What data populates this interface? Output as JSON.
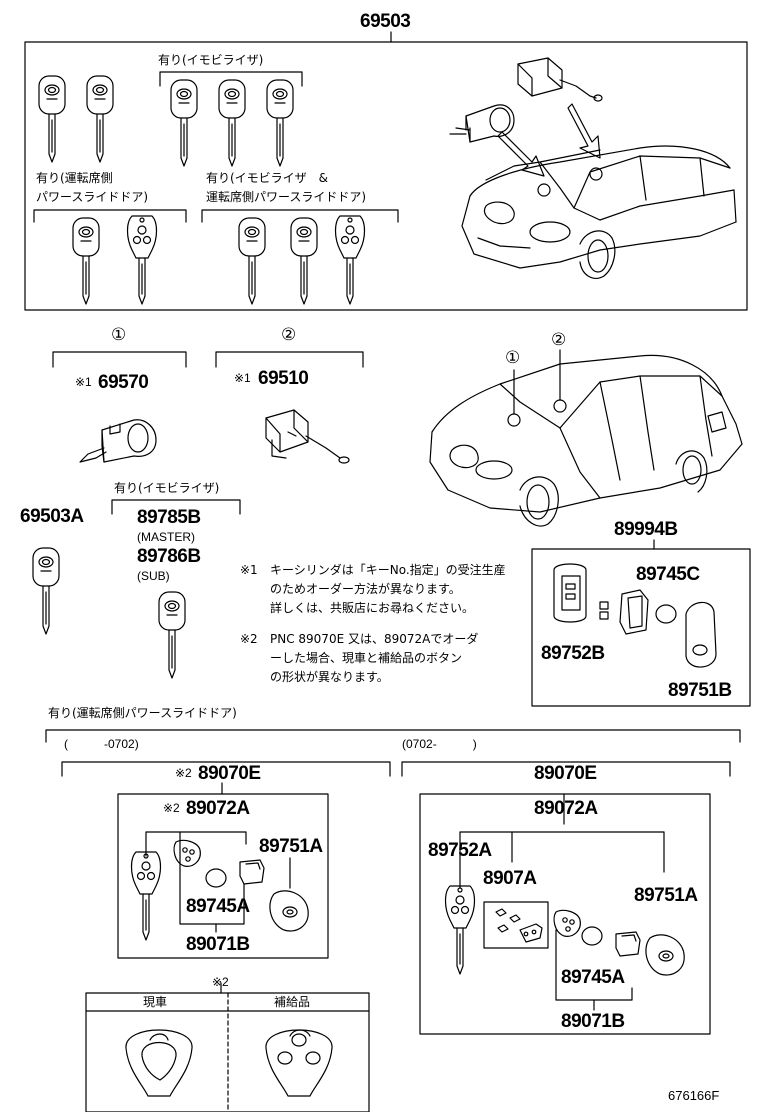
{
  "parts": {
    "p69503": "69503",
    "p69570": "69570",
    "p69510": "69510",
    "p69503A": "69503A",
    "p89785B": "89785B",
    "p89786B": "89786B",
    "p89994B": "89994B",
    "p89745C": "89745C",
    "p89752B": "89752B",
    "p89751B": "89751B",
    "p89070E_left": "89070E",
    "p89072A_left": "89072A",
    "p89751A_left": "89751A",
    "p89745A_left": "89745A",
    "p89071B_left": "89071B",
    "p89070E_right": "89070E",
    "p89072A_right": "89072A",
    "p89752A": "89752A",
    "p8907A": "8907A",
    "p89751A_right": "89751A",
    "p89745A_right": "89745A",
    "p89071B_right": "89071B"
  },
  "labels": {
    "immobilizer": "有り(イモビライザ)",
    "driver_psd_1": "有り(運転席側",
    "driver_psd_2": "パワースライドドア)",
    "immob_psd_1": "有り(イモビライザ　&",
    "immob_psd_2": "運転席側パワースライドドア)",
    "immobilizer_2": "有り(イモビライザ)",
    "master": "(MASTER)",
    "sub": "(SUB)",
    "driver_psd_full": "有り(運転席側パワースライドドア)",
    "period_left": "(　　　-0702)",
    "period_right": "(0702-　　　)",
    "current": "現車",
    "supply": "補給品"
  },
  "marks": {
    "note1": "※1",
    "note2": "※2",
    "circle1": "①",
    "circle2": "②"
  },
  "notes": {
    "n1_mark": "※1",
    "n1_line1": "キーシリンダは「キーNo.指定」の受注生産",
    "n1_line2": "のためオーダー方法が異なります。",
    "n1_line3": "詳しくは、共販店にお尋ねください。",
    "n2_mark": "※2",
    "n2_line1": "PNC 89070E 又は、89072Aでオーダ",
    "n2_line2": "ーした場合、現車と補給品のボタン",
    "n2_line3": "の形状が異なります。"
  },
  "footer_code": "676166F"
}
